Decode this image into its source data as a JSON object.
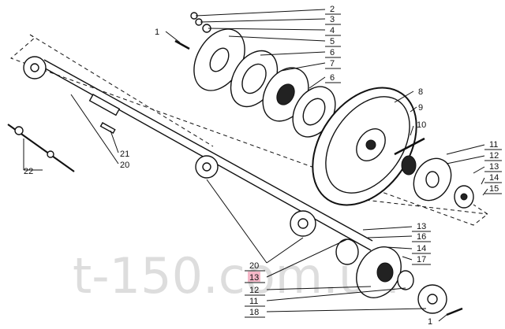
{
  "labels": [
    {
      "id": "l2a",
      "text": "2"
    },
    {
      "id": "l3",
      "text": "3"
    },
    {
      "id": "l4",
      "text": "4"
    },
    {
      "id": "l5",
      "text": "5"
    },
    {
      "id": "l6a",
      "text": "6"
    },
    {
      "id": "l7",
      "text": "7"
    },
    {
      "id": "l6b",
      "text": "6"
    },
    {
      "id": "l1a",
      "text": "1"
    },
    {
      "id": "l8",
      "text": "8"
    },
    {
      "id": "l9",
      "text": "9"
    },
    {
      "id": "l10",
      "text": "10"
    },
    {
      "id": "l11a",
      "text": "11"
    },
    {
      "id": "l12a",
      "text": "12"
    },
    {
      "id": "l13a",
      "text": "13"
    },
    {
      "id": "l14a",
      "text": "14"
    },
    {
      "id": "l15",
      "text": "15"
    },
    {
      "id": "l21",
      "text": "21"
    },
    {
      "id": "l20a",
      "text": "20"
    },
    {
      "id": "l22",
      "text": "22"
    },
    {
      "id": "l13b",
      "text": "13"
    },
    {
      "id": "l16",
      "text": "16"
    },
    {
      "id": "l14b",
      "text": "14"
    },
    {
      "id": "l17",
      "text": "17"
    },
    {
      "id": "l20b",
      "text": "20"
    },
    {
      "id": "l13c",
      "text": "13"
    },
    {
      "id": "l12b",
      "text": "12"
    },
    {
      "id": "l11b",
      "text": "11"
    },
    {
      "id": "l18",
      "text": "18"
    },
    {
      "id": "l1b",
      "text": "1"
    }
  ],
  "highlight_color": "#f5b7c8",
  "watermark": "t-150.com.ua"
}
